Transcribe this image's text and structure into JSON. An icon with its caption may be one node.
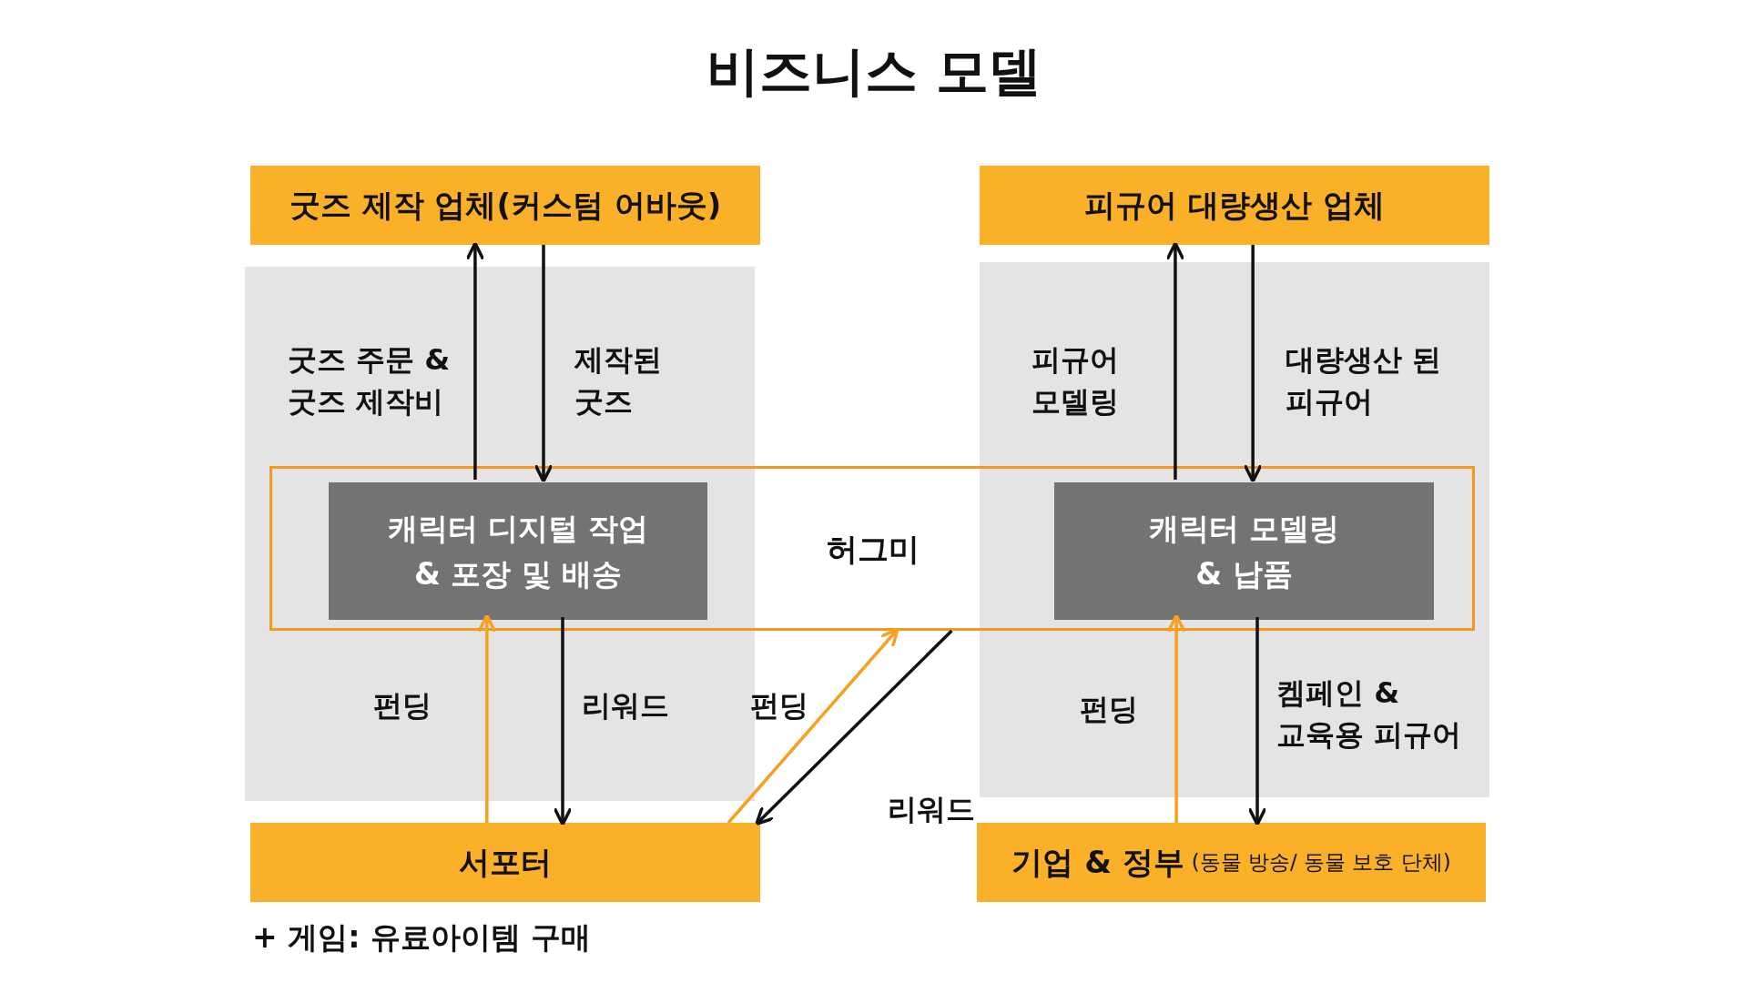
{
  "diagram": {
    "title": "비즈니스 모델",
    "nodes": [
      {
        "text": [
          "굿즈 제작 업체(커스텀 어바웃)"
        ]
      },
      {
        "text": [
          "피규어 대량생산 업체"
        ]
      },
      {
        "text": [
          "허그미"
        ]
      },
      {
        "text": [
          "캐릭터 디지털 작업 & 포장 및 배송"
        ],
        "in": 2
      },
      {
        "text": [
          "캐릭터 모델링 & 납품"
        ],
        "in": 2
      },
      {
        "text": [
          "서포터"
        ]
      },
      {
        "text": [
          "기업 & 정부",
          "(동물 방송/ 동물 보호 단체)"
        ]
      }
    ],
    "edges": [
      {
        "from": 3,
        "to": 0,
        "arrow": "to",
        "label": "굿즈 주문 & 굿즈 제작비"
      },
      {
        "from": 0,
        "to": 3,
        "arrow": "to",
        "label": "제작된 굿즈"
      },
      {
        "from": 4,
        "to": 1,
        "arrow": "to",
        "label": "피규어 모델링"
      },
      {
        "from": 1,
        "to": 4,
        "arrow": "to",
        "label": "대량생산 된 피규어"
      },
      {
        "from": 5,
        "to": 3,
        "arrow": "to",
        "label": "펀딩",
        "color": "#f5a122"
      },
      {
        "from": 3,
        "to": 5,
        "arrow": "to",
        "label": "리워드"
      },
      {
        "from": 5,
        "to": 2,
        "arrow": "to",
        "label": "펀딩",
        "color": "#f5a122"
      },
      {
        "from": 2,
        "to": 5,
        "arrow": "to",
        "label": "리워드"
      },
      {
        "from": 6,
        "to": 4,
        "arrow": "to",
        "label": "펀딩",
        "color": "#f5a122"
      },
      {
        "from": 4,
        "to": 6,
        "arrow": "to",
        "label": "켐페인 & 교육용 피규어"
      }
    ],
    "labels": [
      "+ 게임: 유료아이템 구매"
    ]
  }
}
